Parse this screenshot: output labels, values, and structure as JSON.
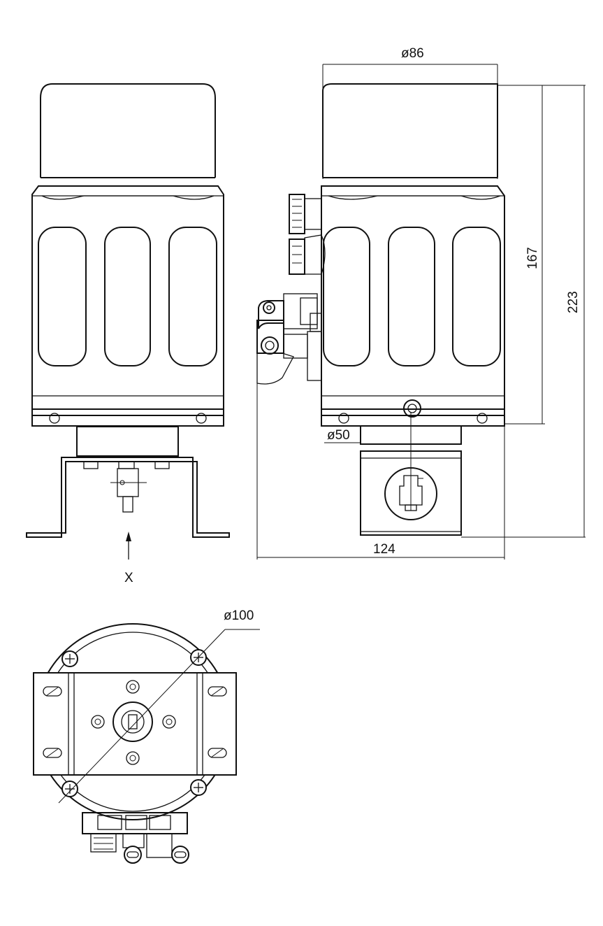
{
  "dimensions": {
    "top_diameter": "ø86",
    "height_body": "167",
    "height_total": "223",
    "shaft_diameter": "ø50",
    "width_total": "124",
    "flange_diameter": "ø100"
  },
  "view_label": "X"
}
